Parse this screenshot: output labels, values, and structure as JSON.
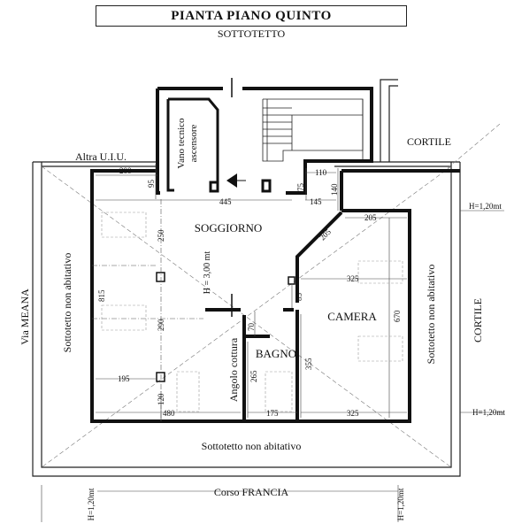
{
  "header": {
    "title": "PIANTA PIANO QUINTO",
    "subtitle": "SOTTOTETTO"
  },
  "rooms": {
    "soggiorno": "SOGGIORNO",
    "camera": "CAMERA",
    "bagno": "BAGNO",
    "angolo_cottura": "Angolo cottura",
    "vano_tecnico_line1": "Vano tecnico",
    "vano_tecnico_line2": "ascensore",
    "sottotetto_left": "Sottotetto non abitativo",
    "sottotetto_right": "Sottotetto non abitativo",
    "sottotetto_bottom": "Sottotetto non abitativo"
  },
  "surroundings": {
    "altra_uiu": "Altra U.I.U.",
    "cortile_top": "CORTILE",
    "cortile_right": "CORTILE",
    "via_meana": "Via MEANA",
    "corso_francia": "Corso FRANCIA"
  },
  "heights": {
    "h_center": "H = 3,00 mt",
    "h_right_top": "H=1,20mt",
    "h_right_bottom": "H=1,20mt",
    "h_bottom_left": "H=1,20mt",
    "h_bottom_right": "H=1,20mt"
  },
  "dimensions": {
    "d200": "200",
    "d95": "95",
    "d445": "445",
    "d110": "110",
    "d75": "75",
    "d140": "140",
    "d145": "145",
    "d205_top": "205",
    "d205_diag": "205",
    "d250": "250",
    "d815": "815",
    "d290": "290",
    "d195": "195",
    "d120": "120",
    "d480": "480",
    "d325_top": "325",
    "d85": "85",
    "d670": "670",
    "d70": "70",
    "d265": "265",
    "d355": "355",
    "d175": "175",
    "d325_bottom": "325"
  }
}
